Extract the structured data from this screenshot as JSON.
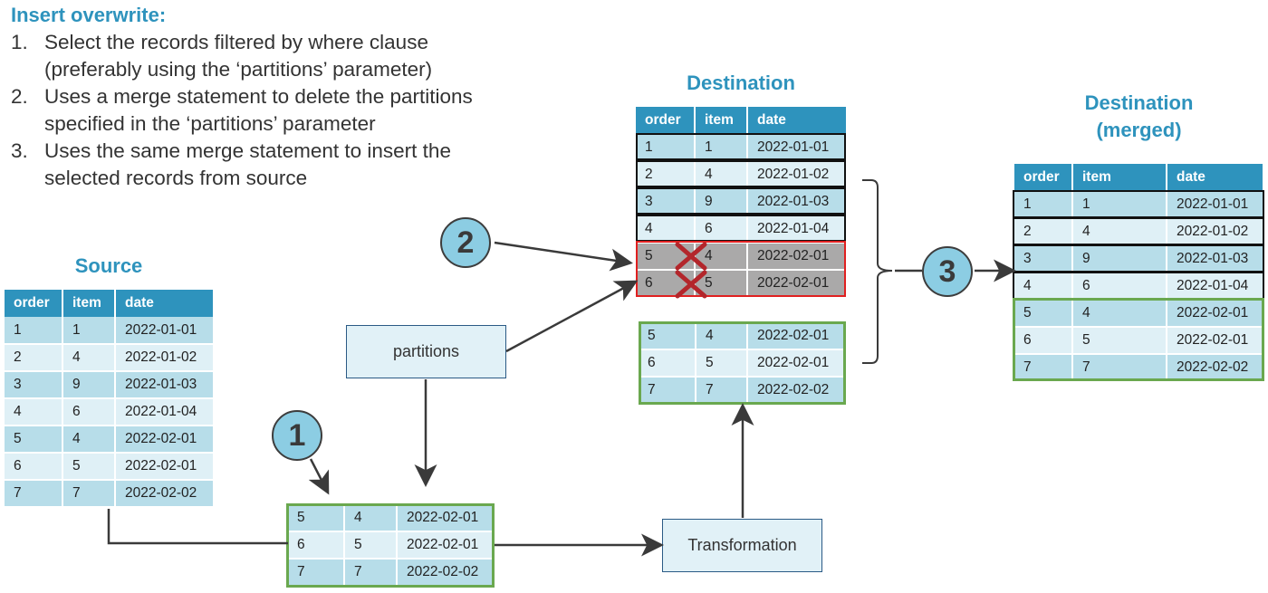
{
  "steps": {
    "heading": "Insert overwrite:",
    "items": [
      {
        "num": "1.",
        "text": "Select the records filtered by where clause (preferably using the ‘partitions’ parameter)"
      },
      {
        "num": "2.",
        "text": "Uses a merge statement to delete the partitions specified in the ‘partitions’ parameter"
      },
      {
        "num": "3.",
        "text": "Uses the same merge statement to insert the selected records from source"
      }
    ]
  },
  "headers": [
    "order",
    "item",
    "date"
  ],
  "source": {
    "title": "Source",
    "rows": [
      [
        "1",
        "1",
        "2022-01-01"
      ],
      [
        "2",
        "4",
        "2022-01-02"
      ],
      [
        "3",
        "9",
        "2022-01-03"
      ],
      [
        "4",
        "6",
        "2022-01-04"
      ],
      [
        "5",
        "4",
        "2022-02-01"
      ],
      [
        "6",
        "5",
        "2022-02-01"
      ],
      [
        "7",
        "7",
        "2022-02-02"
      ]
    ]
  },
  "selected": {
    "rows": [
      [
        "5",
        "4",
        "2022-02-01"
      ],
      [
        "6",
        "5",
        "2022-02-01"
      ],
      [
        "7",
        "7",
        "2022-02-02"
      ]
    ]
  },
  "partitions_box": {
    "label": "partitions"
  },
  "transformation_box": {
    "label": "Transformation"
  },
  "destination": {
    "title": "Destination",
    "rows": [
      [
        "1",
        "1",
        "2022-01-01"
      ],
      [
        "2",
        "4",
        "2022-01-02"
      ],
      [
        "3",
        "9",
        "2022-01-03"
      ],
      [
        "4",
        "6",
        "2022-01-04"
      ],
      [
        "5",
        "4",
        "2022-02-01"
      ],
      [
        "6",
        "5",
        "2022-02-01"
      ]
    ]
  },
  "transformed": {
    "rows": [
      [
        "5",
        "4",
        "2022-02-01"
      ],
      [
        "6",
        "5",
        "2022-02-01"
      ],
      [
        "7",
        "7",
        "2022-02-02"
      ]
    ]
  },
  "merged": {
    "title_line1": "Destination",
    "title_line2": "(merged)",
    "rows": [
      [
        "1",
        "1",
        "2022-01-01"
      ],
      [
        "2",
        "4",
        "2022-01-02"
      ],
      [
        "3",
        "9",
        "2022-01-03"
      ],
      [
        "4",
        "6",
        "2022-01-04"
      ],
      [
        "5",
        "4",
        "2022-02-01"
      ],
      [
        "6",
        "5",
        "2022-02-01"
      ],
      [
        "7",
        "7",
        "2022-02-02"
      ]
    ]
  },
  "markers": {
    "one": "1",
    "two": "2",
    "three": "3"
  },
  "colors": {
    "accent": "#2e93bd",
    "green_outline": "#6aa84f",
    "red_outline": "#e02020",
    "cross": "#b3262b"
  }
}
